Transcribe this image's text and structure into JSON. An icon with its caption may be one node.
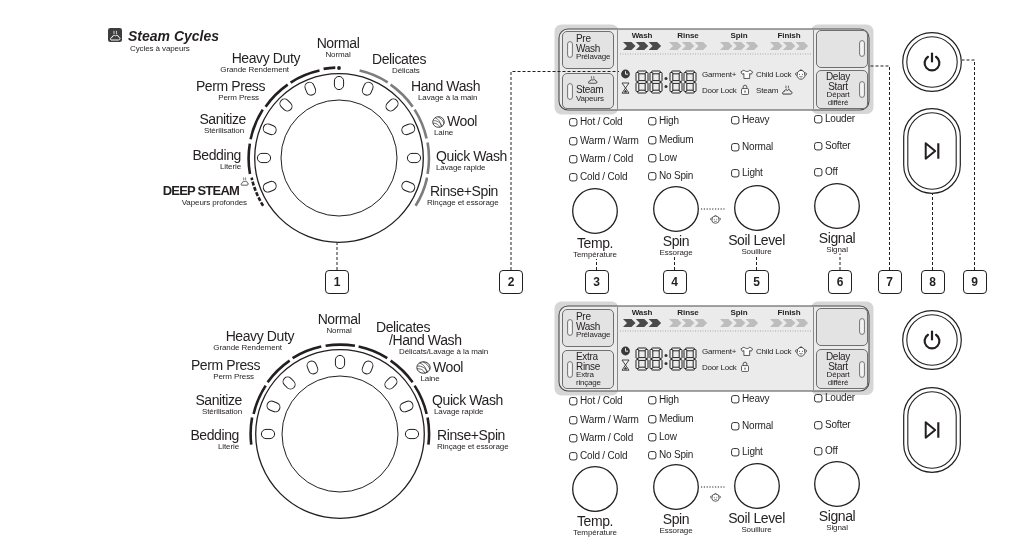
{
  "diagram": {
    "nodes": [
      {
        "text": [],
        "shape": "circle",
        "beside": [
          "Normal",
          "Normal",
          "Heavy Duty",
          "Grande Rendement",
          "Delicates",
          "Délicats",
          "Perm Press",
          "Perm Press",
          "Hand Wash",
          "Lavage à la main",
          "Sanitize",
          "Stérilisation",
          "Wool",
          "Laine",
          "Bedding",
          "Literie",
          "Quick Wash",
          "Lavage rapide",
          "DEEP STEAM",
          "Vapeurs profondes",
          "Rinse+Spin",
          "Rinçage et essorage"
        ]
      },
      {
        "text": [
          "Wash",
          "Rinse",
          "Spin",
          "Finish",
          "Garment+",
          "Child Lock",
          "Door Lock",
          "Steam"
        ]
      },
      {
        "text": [
          "Pre Wash",
          "Prélavage"
        ],
        "in": 1
      },
      {
        "text": [
          "Steam",
          "Vapeurs"
        ],
        "in": 1
      },
      {
        "text": [],
        "shape": "picture",
        "in": 1
      },
      {
        "text": [],
        "shape": "box",
        "in": 1
      },
      {
        "text": [
          "Delay Start",
          "Départ différé"
        ],
        "in": 1
      },
      {
        "text": [],
        "shape": "circle"
      },
      {
        "text": [],
        "shape": "box"
      },
      {
        "text": [
          "Temp.",
          "Température"
        ]
      },
      {
        "text": [
          "Spin",
          "Essorage"
        ]
      },
      {
        "text": [
          "Soil Level",
          "Souillure"
        ]
      },
      {
        "text": [
          "Signal",
          "Signal"
        ]
      },
      {
        "text": [
          "1"
        ]
      },
      {
        "text": [
          "2"
        ]
      },
      {
        "text": [
          "3"
        ]
      },
      {
        "text": [
          "4"
        ]
      },
      {
        "text": [
          "5"
        ]
      },
      {
        "text": [
          "6"
        ]
      },
      {
        "text": [
          "7"
        ]
      },
      {
        "text": [
          "8"
        ]
      },
      {
        "text": [
          "9"
        ]
      },
      {
        "text": [],
        "shape": "circle",
        "beside": [
          "Normal",
          "Normal",
          "Heavy Duty",
          "Grande Rendement",
          "Delicates /Hand Wash",
          "Délicats/Lavage à la main",
          "Perm Press",
          "Perm Press",
          "Wool",
          "Laine",
          "Sanitize",
          "Stérilisation",
          "Quick Wash",
          "Lavage rapide",
          "Bedding",
          "Literie",
          "Rinse+Spin",
          "Rinçage et essorage"
        ]
      },
      {
        "text": [
          "Wash",
          "Rinse",
          "Spin",
          "Finish",
          "Garment+",
          "Child Lock",
          "Door Lock"
        ]
      },
      {
        "text": [
          "Pre Wash",
          "Prélavage"
        ],
        "in": 23
      },
      {
        "text": [
          "Extra Rinse",
          "Extra rinçage"
        ],
        "in": 23
      },
      {
        "text": [],
        "shape": "picture",
        "in": 23
      },
      {
        "text": [],
        "shape": "box",
        "in": 23
      },
      {
        "text": [
          "Delay Start",
          "Départ différé"
        ],
        "in": 23
      },
      {
        "text": [],
        "shape": "circle"
      },
      {
        "text": [],
        "shape": "box"
      },
      {
        "text": [
          "Temp.",
          "Température"
        ]
      },
      {
        "text": [
          "Spin",
          "Essorage"
        ]
      },
      {
        "text": [
          "Soil Level",
          "Souillure"
        ]
      },
      {
        "text": [
          "Signal",
          "Signal"
        ]
      }
    ],
    "edges": [
      {
        "from": 13,
        "to": 0,
        "arrow": "none",
        "style": "dashed"
      },
      {
        "from": 14,
        "to": 4,
        "arrow": "none",
        "style": "dashed"
      },
      {
        "from": 15,
        "to": 9,
        "arrow": "none",
        "style": "dashed"
      },
      {
        "from": 16,
        "to": 10,
        "arrow": "none",
        "style": "dashed"
      },
      {
        "from": 17,
        "to": 11,
        "arrow": "none",
        "style": "dashed"
      },
      {
        "from": 18,
        "to": 12,
        "arrow": "none",
        "style": "dashed"
      },
      {
        "from": 19,
        "to": 5,
        "arrow": "none",
        "style": "dashed"
      },
      {
        "from": 20,
        "to": 8,
        "arrow": "none",
        "style": "dashed"
      },
      {
        "from": 21,
        "to": 7,
        "arrow": "none",
        "style": "dashed"
      },
      {
        "from": 10,
        "to": 11,
        "arrow": "none",
        "style": "dashed"
      },
      {
        "from": 32,
        "to": 33,
        "arrow": "none",
        "style": "dashed"
      }
    ],
    "labels": [
      "Steam Cycles",
      "Cycles à vapeurs",
      "Hot / Cold",
      "High",
      "Heavy",
      "Louder",
      "Warm / Warm",
      "Medium",
      "Normal",
      "Softer",
      "Warm / Cold",
      "Low",
      "Cold / Cold",
      "No Spin",
      "Light",
      "Off",
      "Hot / Cold",
      "High",
      "Heavy",
      "Louder",
      "Warm / Warm",
      "Medium",
      "Normal",
      "Softer",
      "Warm / Cold",
      "Low",
      "Cold / Cold",
      "No Spin",
      "Light",
      "Off"
    ]
  }
}
